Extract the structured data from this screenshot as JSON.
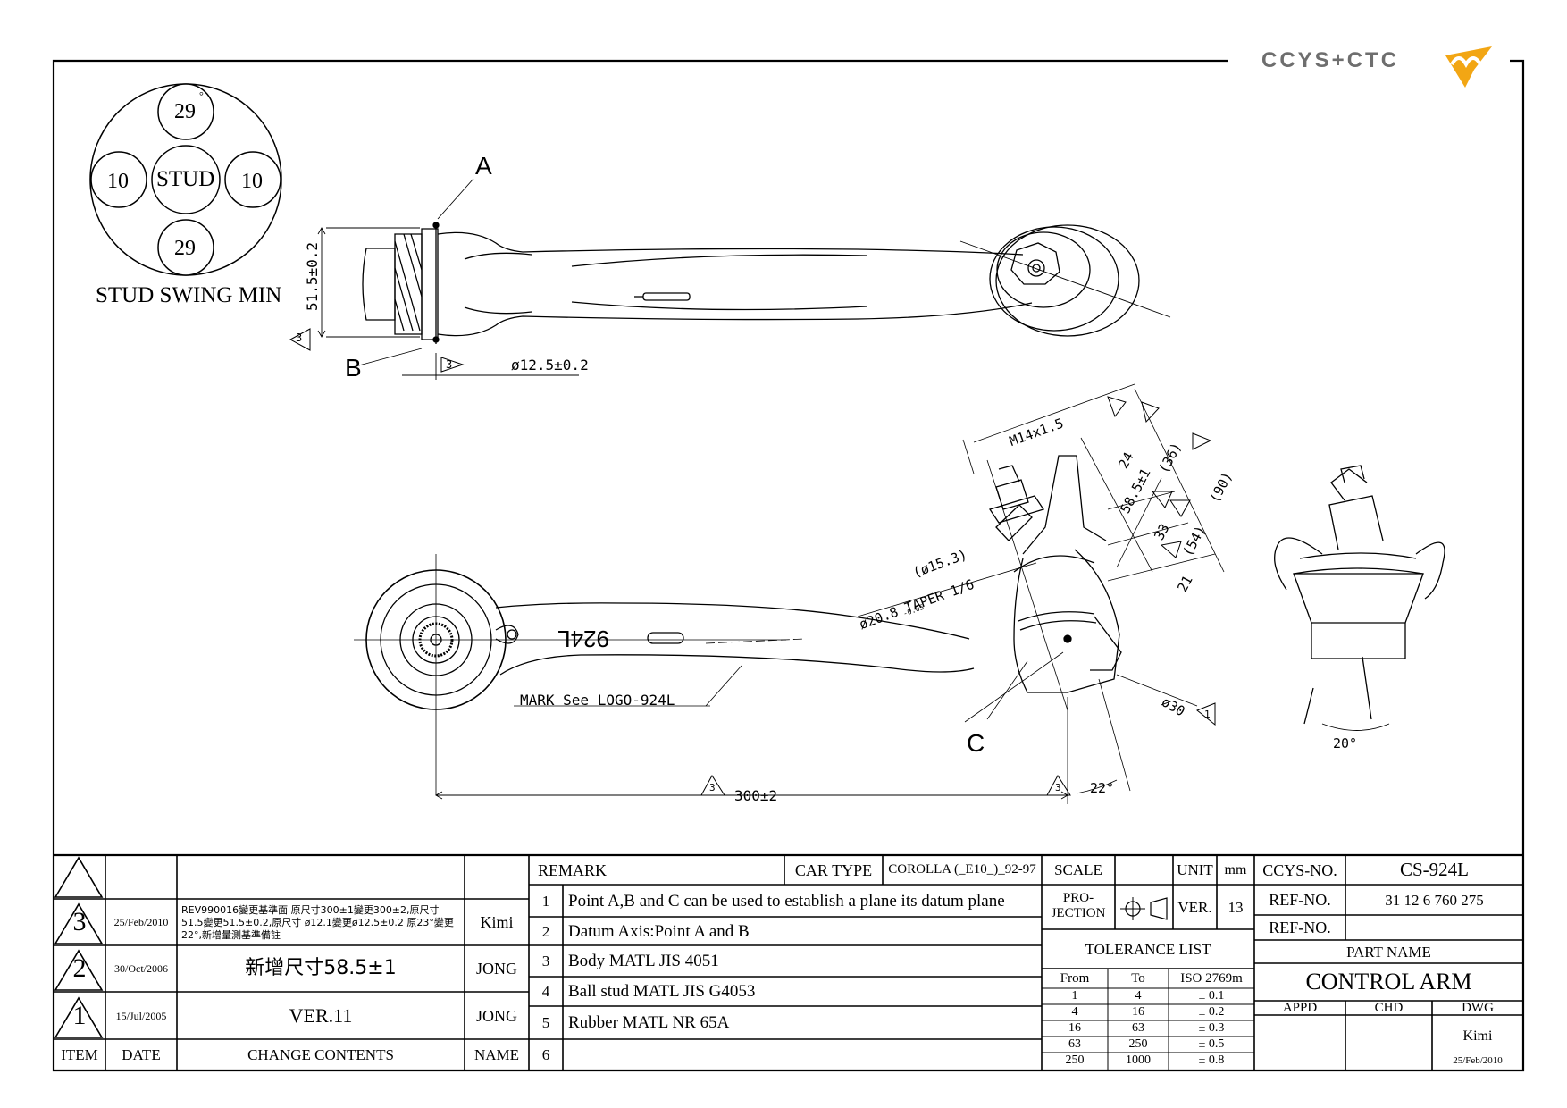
{
  "logo": {
    "text": "CCYS+CTC"
  },
  "stud_swing": {
    "center": "STUD",
    "top": "29",
    "bottom": "29",
    "left": "10",
    "right": "10",
    "caption": "STUD SWING MIN"
  },
  "callouts": {
    "a": "A",
    "b": "B",
    "c": "C",
    "dim_51_5": "51.5±0.2",
    "dim_dia_12_5": "ø12.5±0.2",
    "dim_m14": "M14x1.5",
    "dim_24": "24",
    "dim_36": "(36)",
    "dim_90": "(90)",
    "dim_58_5": "58.5±1",
    "dim_33": "33",
    "dim_54": "(54)",
    "dim_21": "21",
    "dim_15_3": "(ø15.3)",
    "dim_taper": "ø20.8  TAPER 1/6",
    "dim_taper_tol": "-0.05",
    "dim_dia_30": "ø30",
    "dim_300": "300±2",
    "dim_22": "22°",
    "dim_20": "20°",
    "mark_note": "MARK See LOGO-924L",
    "part_mark": "924L",
    "tri_3": "3",
    "tri_1": "1"
  },
  "revisions": [
    {
      "item": "3",
      "date": "25/Feb/2010",
      "content": "REV990016變更基準面 原尺寸300±1變更300±2,原尺寸 51.5變更51.5±0.2,原尺寸 ø12.1變更ø12.5±0.2 原23°變更22°,新增量測基準備註",
      "name": "Kimi"
    },
    {
      "item": "2",
      "date": "30/Oct/2006",
      "content": "新增尺寸58.5±1",
      "name": "JONG"
    },
    {
      "item": "1",
      "date": "15/Jul/2005",
      "content": "VER.11",
      "name": "JONG"
    }
  ],
  "revision_headers": {
    "item": "ITEM",
    "date": "DATE",
    "content": "CHANGE CONTENTS",
    "name": "NAME"
  },
  "remarks": {
    "header": "REMARK",
    "car_type_label": "CAR TYPE",
    "car_type": "COROLLA (_E10_)_92-97",
    "items": [
      {
        "no": "1",
        "text": "Point A,B and C can be used to establish a plane its datum plane"
      },
      {
        "no": "2",
        "text": "Datum Axis:Point A and B"
      },
      {
        "no": "3",
        "text": "Body MATL JIS 4051"
      },
      {
        "no": "4",
        "text": "Ball stud MATL JIS G4053"
      },
      {
        "no": "5",
        "text": "Rubber MATL NR 65A"
      },
      {
        "no": "6",
        "text": ""
      }
    ]
  },
  "scale": {
    "scale_label": "SCALE",
    "unit_label": "UNIT",
    "unit": "mm",
    "projection_label_1": "PRO-",
    "projection_label_2": "JECTION",
    "ver_label": "VER.",
    "ver": "13"
  },
  "tolerance": {
    "title": "TOLERANCE LIST",
    "headers": [
      "From",
      "To",
      "ISO 2769m"
    ],
    "rows": [
      [
        "1",
        "4",
        "± 0.1"
      ],
      [
        "4",
        "16",
        "± 0.2"
      ],
      [
        "16",
        "63",
        "± 0.3"
      ],
      [
        "63",
        "250",
        "± 0.5"
      ],
      [
        "250",
        "1000",
        "± 0.8"
      ]
    ]
  },
  "title_block": {
    "ccys_label": "CCYS-NO.",
    "ccys_no": "CS-924L",
    "ref_label": "REF-NO.",
    "ref_no_1": "31 12 6 760 275",
    "ref_no_2": "",
    "part_name_label": "PART NAME",
    "part_name": "CONTROL ARM",
    "appd_label": "APPD",
    "chd_label": "CHD",
    "dwg_label": "DWG",
    "dwg_name": "Kimi",
    "dwg_date": "25/Feb/2010"
  },
  "colors": {
    "logo_gray": "#6e6e6e",
    "logo_orange": "#f2a614"
  }
}
